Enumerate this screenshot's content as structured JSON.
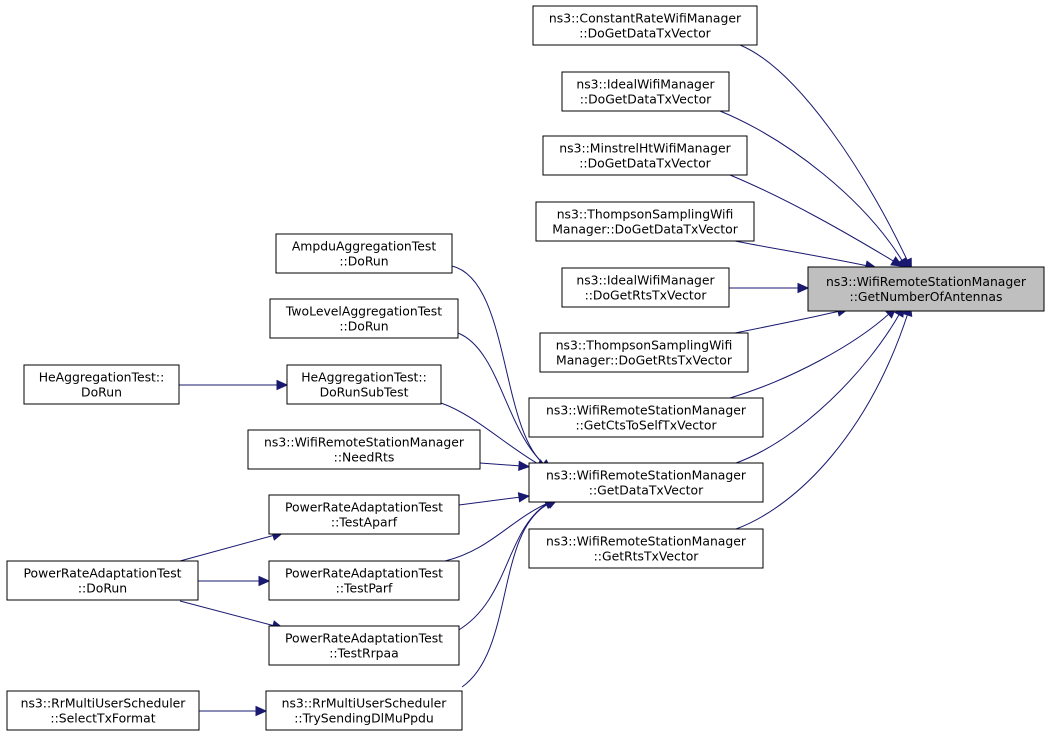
{
  "graph": {
    "nodes": [
      {
        "id": "n_target",
        "name": "node-get-number-of-antennas",
        "lines": [
          "ns3::WifiRemoteStationManager",
          "::GetNumberOfAntennas"
        ],
        "highlight": true
      },
      {
        "id": "n_cr_data",
        "name": "node-constant-rate-do-get-data-tx-vector",
        "lines": [
          "ns3::ConstantRateWifiManager",
          "::DoGetDataTxVector"
        ]
      },
      {
        "id": "n_ideal_data",
        "name": "node-ideal-do-get-data-tx-vector",
        "lines": [
          "ns3::IdealWifiManager",
          "::DoGetDataTxVector"
        ]
      },
      {
        "id": "n_minstrel_data",
        "name": "node-minstrel-ht-do-get-data-tx-vector",
        "lines": [
          "ns3::MinstrelHtWifiManager",
          "::DoGetDataTxVector"
        ]
      },
      {
        "id": "n_thompson_data",
        "name": "node-thompson-do-get-data-tx-vector",
        "lines": [
          "ns3::ThompsonSamplingWifi",
          "Manager::DoGetDataTxVector"
        ]
      },
      {
        "id": "n_ideal_rts",
        "name": "node-ideal-do-get-rts-tx-vector",
        "lines": [
          "ns3::IdealWifiManager",
          "::DoGetRtsTxVector"
        ]
      },
      {
        "id": "n_thompson_rts",
        "name": "node-thompson-do-get-rts-tx-vector",
        "lines": [
          "ns3::ThompsonSamplingWifi",
          "Manager::DoGetRtsTxVector"
        ]
      },
      {
        "id": "n_cts",
        "name": "node-get-cts-to-self-tx-vector",
        "lines": [
          "ns3::WifiRemoteStationManager",
          "::GetCtsToSelfTxVector"
        ]
      },
      {
        "id": "n_getdata",
        "name": "node-get-data-tx-vector",
        "lines": [
          "ns3::WifiRemoteStationManager",
          "::GetDataTxVector"
        ]
      },
      {
        "id": "n_getrts",
        "name": "node-get-rts-tx-vector",
        "lines": [
          "ns3::WifiRemoteStationManager",
          "::GetRtsTxVector"
        ]
      },
      {
        "id": "n_ampdu",
        "name": "node-ampdu-aggregation-test-do-run",
        "lines": [
          "AmpduAggregationTest",
          "::DoRun"
        ]
      },
      {
        "id": "n_twolevel",
        "name": "node-two-level-aggregation-test-do-run",
        "lines": [
          "TwoLevelAggregationTest",
          "::DoRun"
        ]
      },
      {
        "id": "n_he_sub",
        "name": "node-he-aggregation-test-do-run-sub-test",
        "lines": [
          "HeAggregationTest::",
          "DoRunSubTest"
        ]
      },
      {
        "id": "n_needrts",
        "name": "node-need-rts",
        "lines": [
          "ns3::WifiRemoteStationManager",
          "::NeedRts"
        ]
      },
      {
        "id": "n_aparf",
        "name": "node-power-rate-adaptation-test-aparf",
        "lines": [
          "PowerRateAdaptationTest",
          "::TestAparf"
        ]
      },
      {
        "id": "n_parf",
        "name": "node-power-rate-adaptation-test-parf",
        "lines": [
          "PowerRateAdaptationTest",
          "::TestParf"
        ]
      },
      {
        "id": "n_rrpaa",
        "name": "node-power-rate-adaptation-test-rrpaa",
        "lines": [
          "PowerRateAdaptationTest",
          "::TestRrpaa"
        ]
      },
      {
        "id": "n_trysend",
        "name": "node-try-sending-dl-mu-ppdu",
        "lines": [
          "ns3::RrMultiUserScheduler",
          "::TrySendingDlMuPpdu"
        ]
      },
      {
        "id": "n_he_run",
        "name": "node-he-aggregation-test-do-run",
        "lines": [
          "HeAggregationTest::",
          "DoRun"
        ]
      },
      {
        "id": "n_pra_run",
        "name": "node-power-rate-adaptation-test-do-run",
        "lines": [
          "PowerRateAdaptationTest",
          "::DoRun"
        ]
      },
      {
        "id": "n_select",
        "name": "node-select-tx-format",
        "lines": [
          "ns3::RrMultiUserScheduler",
          "::SelectTxFormat"
        ]
      }
    ],
    "edges": [
      {
        "from": "n_cr_data",
        "to": "n_target"
      },
      {
        "from": "n_ideal_data",
        "to": "n_target"
      },
      {
        "from": "n_minstrel_data",
        "to": "n_target"
      },
      {
        "from": "n_thompson_data",
        "to": "n_target"
      },
      {
        "from": "n_ideal_rts",
        "to": "n_target"
      },
      {
        "from": "n_thompson_rts",
        "to": "n_target"
      },
      {
        "from": "n_cts",
        "to": "n_target"
      },
      {
        "from": "n_getdata",
        "to": "n_target"
      },
      {
        "from": "n_getrts",
        "to": "n_target"
      },
      {
        "from": "n_ampdu",
        "to": "n_getdata"
      },
      {
        "from": "n_twolevel",
        "to": "n_getdata"
      },
      {
        "from": "n_he_sub",
        "to": "n_getdata"
      },
      {
        "from": "n_needrts",
        "to": "n_getdata"
      },
      {
        "from": "n_aparf",
        "to": "n_getdata"
      },
      {
        "from": "n_parf",
        "to": "n_getdata"
      },
      {
        "from": "n_rrpaa",
        "to": "n_getdata"
      },
      {
        "from": "n_trysend",
        "to": "n_getdata"
      },
      {
        "from": "n_he_run",
        "to": "n_he_sub"
      },
      {
        "from": "n_pra_run",
        "to": "n_aparf"
      },
      {
        "from": "n_pra_run",
        "to": "n_parf"
      },
      {
        "from": "n_pra_run",
        "to": "n_rrpaa"
      },
      {
        "from": "n_select",
        "to": "n_trysend"
      }
    ]
  }
}
